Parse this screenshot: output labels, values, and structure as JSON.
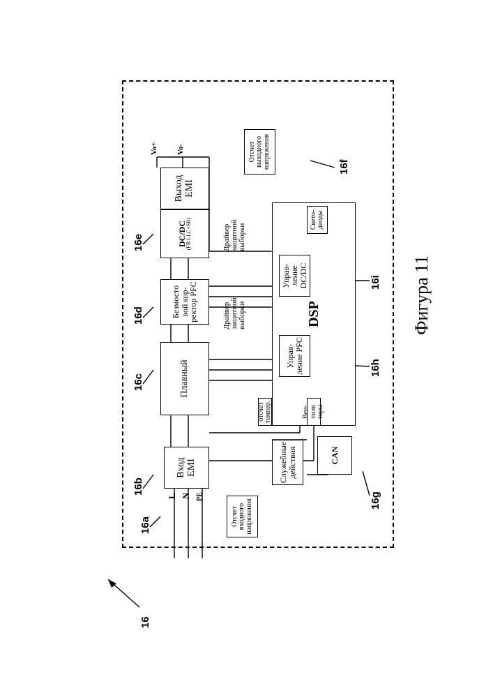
{
  "figure": {
    "caption": "Фигура 11",
    "main_ref": "16"
  },
  "blocks": {
    "emi_in": "Вход EMI",
    "soft": "Плавный",
    "pfc": "Безмосто вой кор- ректор PFC",
    "dcdc": "DC/DC",
    "dcdc_sub": "(FB LLC+SR)",
    "emi_out": "Выход EMI",
    "dsp": "DSP",
    "pfc_ctrl": "Управ- ление PFC",
    "dcdc_ctrl": "Управ- ление DC/DC",
    "service": "Служебные действия",
    "can": "CAN",
    "temp": "отсчет темпер.",
    "fans": "Вен- тиля торы",
    "leds": "Свето- диоды",
    "in_voltage": "Отсчет входного напряжения",
    "out_voltage": "Отсчет выходного напряжения"
  },
  "labels": {
    "driver1": "Драйвер защитной выборки",
    "driver2": "Драйвер защитной выборки",
    "L": "L",
    "N": "N",
    "PE": "PE",
    "vo_plus": "Vo+",
    "vo_minus": "Vo-"
  },
  "refs": {
    "r16a": "16a",
    "r16b": "16b",
    "r16c": "16c",
    "r16d": "16d",
    "r16e": "16e",
    "r16f": "16f",
    "r16g": "16g",
    "r16h": "16h",
    "r16i": "16i"
  }
}
